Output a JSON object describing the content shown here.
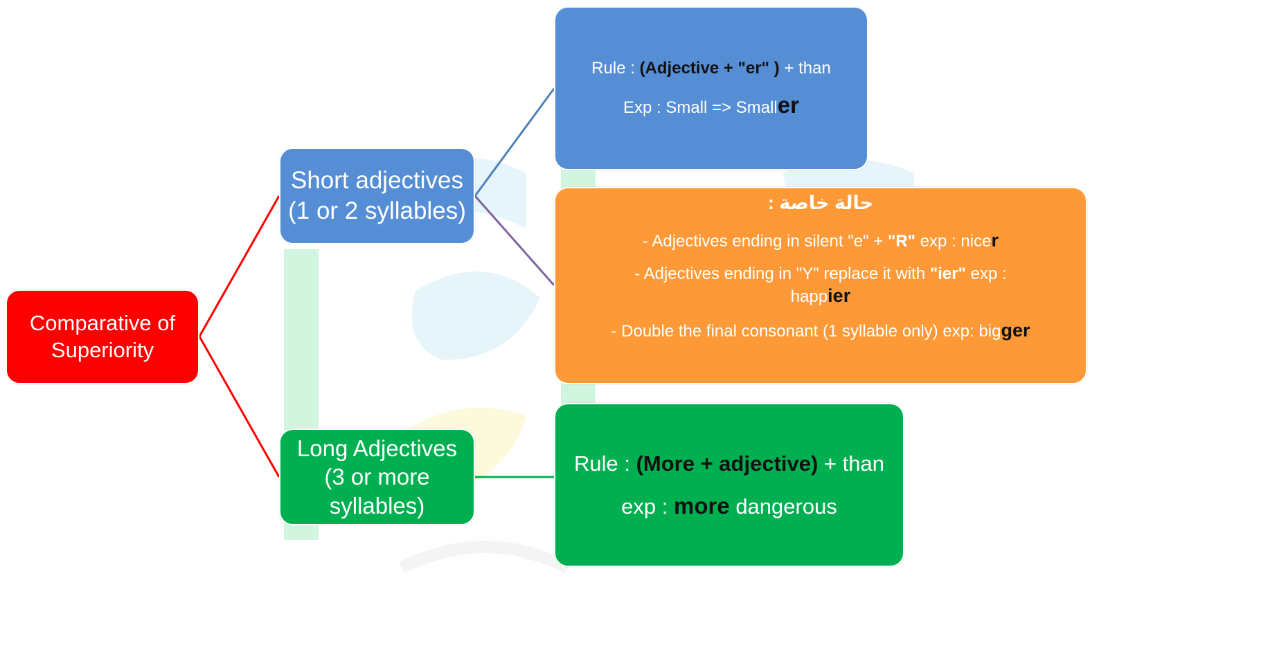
{
  "diagram": {
    "root": {
      "label_line1": "Comparative of",
      "label_line2": "Superiority"
    },
    "short": {
      "label_line1": "Short adjectives",
      "label_line2": "(1 or 2 syllables)",
      "rule": {
        "prefix": "Rule : ",
        "formula": "(Adjective + \"er\" )",
        "suffix": " + than",
        "example_prefix": "Exp : Small => Small",
        "example_suffix": "er"
      },
      "special": {
        "title": "حالة خاصة :",
        "item1_text": "- Adjectives ending in silent \"e\" + ",
        "item1_bold": "\"R\"",
        "item1_exp": " exp : nice",
        "item1_suffix": "r",
        "item2_text": "- Adjectives ending in \"Y\" replace it with ",
        "item2_bold": "\"ier\"",
        "item2_exp": " exp :",
        "item2_word": "happ",
        "item2_suffix": "ier",
        "item3_text": "- Double the final consonant (1 syllable only) exp: big",
        "item3_suffix": "ger"
      }
    },
    "long": {
      "label_line1": "Long Adjectives",
      "label_line2": "(3 or more",
      "label_line3": "syllables)",
      "rule": {
        "prefix": "Rule : ",
        "formula": "(More + adjective)",
        "suffix": " + than",
        "example_prefix": "exp :  ",
        "example_bold": "more",
        "example_suffix": " dangerous"
      }
    }
  },
  "colors": {
    "root": "#ff0000",
    "short": "#558ed5",
    "long": "#00b050",
    "special": "#fd9a37",
    "line_red": "#ff0000",
    "line_blue": "#4f81bd",
    "line_purple": "#8064a2",
    "line_green": "#00b050"
  }
}
